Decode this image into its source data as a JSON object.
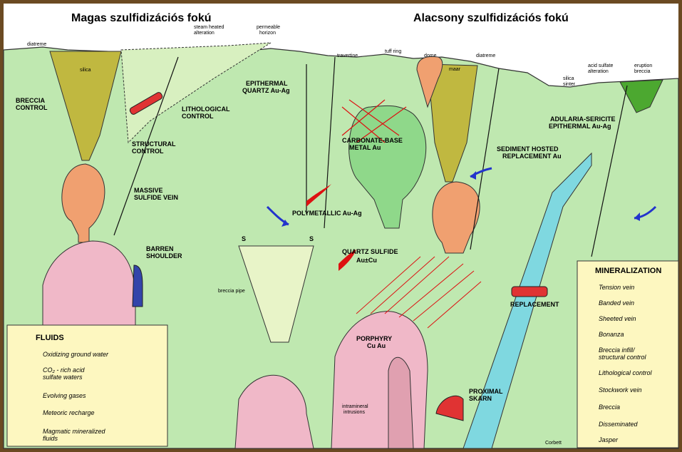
{
  "titles": {
    "left": "Magas szulfidizációs fokú",
    "right": "Alacsony szulfidizációs fokú"
  },
  "labels": {
    "diatreme_left": "diatreme",
    "silica": "silica",
    "steam_heated": [
      "steam heated",
      "alteration"
    ],
    "permeable": [
      "permeable",
      "horizon"
    ],
    "breccia_control": [
      "BRECCIA",
      "CONTROL"
    ],
    "lithological_control": [
      "LITHOLOGICAL",
      "CONTROL"
    ],
    "structural_control": [
      "STRUCTURAL",
      "CONTROL"
    ],
    "massive_sulfide": [
      "MASSIVE",
      "SULFIDE VEIN"
    ],
    "barren_shoulder": [
      "BARREN",
      "SHOULDER"
    ],
    "epithermal_quartz": [
      "EPITHERMAL",
      "QUARTZ Au-Ag"
    ],
    "travertine": "travertine",
    "tuff_ring": "tuff ring",
    "dome": "dome",
    "maar": "maar",
    "diatreme_right": "diatreme",
    "carbonate_base": [
      "CARBONATE-BASE",
      "METAL Au"
    ],
    "polymetallic": "POLYMETALLIC Au-Ag",
    "breccia_pipe": "breccia pipe",
    "quartz_sulfide": [
      "QUARTZ SULFIDE",
      "Au±Cu"
    ],
    "porphyry": [
      "PORPHYRY",
      "Cu Au"
    ],
    "intramineral": [
      "intramineral",
      "intrusions"
    ],
    "proximal_skarn": [
      "PROXIMAL",
      "SKARN"
    ],
    "replacement": "REPLACEMENT",
    "sediment_hosted": [
      "SEDIMENT HOSTED",
      "REPLACEMENT Au"
    ],
    "silica_sinter": [
      "silica",
      "sinter"
    ],
    "acid_sulfate": [
      "acid sulfate",
      "alteration"
    ],
    "eruption_breccia": [
      "eruption",
      "breccia"
    ],
    "adularia": [
      "ADULARIA-SERICITE",
      "EPITHERMAL Au-Ag"
    ],
    "s_label": "S",
    "corbett": "Corbett"
  },
  "fluids": {
    "title": "FLUIDS",
    "items": [
      "Oxidizing ground water",
      "CO₂ - rich acid",
      "sulfate waters",
      "Evolving gases",
      "Meteoric recharge",
      "Magmatic mineralized",
      "fluids"
    ]
  },
  "mineralization": {
    "title": "MINERALIZATION",
    "items": [
      "Tension vein",
      "Banded vein",
      "Sheeted vein",
      "Bonanza",
      "Breccia infill/",
      "structural control",
      "Lithological control",
      "Stockwork vein",
      "Breccia",
      "Disseminated",
      "Jasper"
    ]
  },
  "colors": {
    "background_green": "#bfe8b0",
    "intrusion_pink": "#f0b8c8",
    "salmon": "#f0a070",
    "olive": "#c0b840",
    "cyan": "#7fd8e0",
    "legend_bg": "#fdf7c0",
    "arrow_blue": "#2233cc",
    "vein_red": "#dd1111"
  }
}
